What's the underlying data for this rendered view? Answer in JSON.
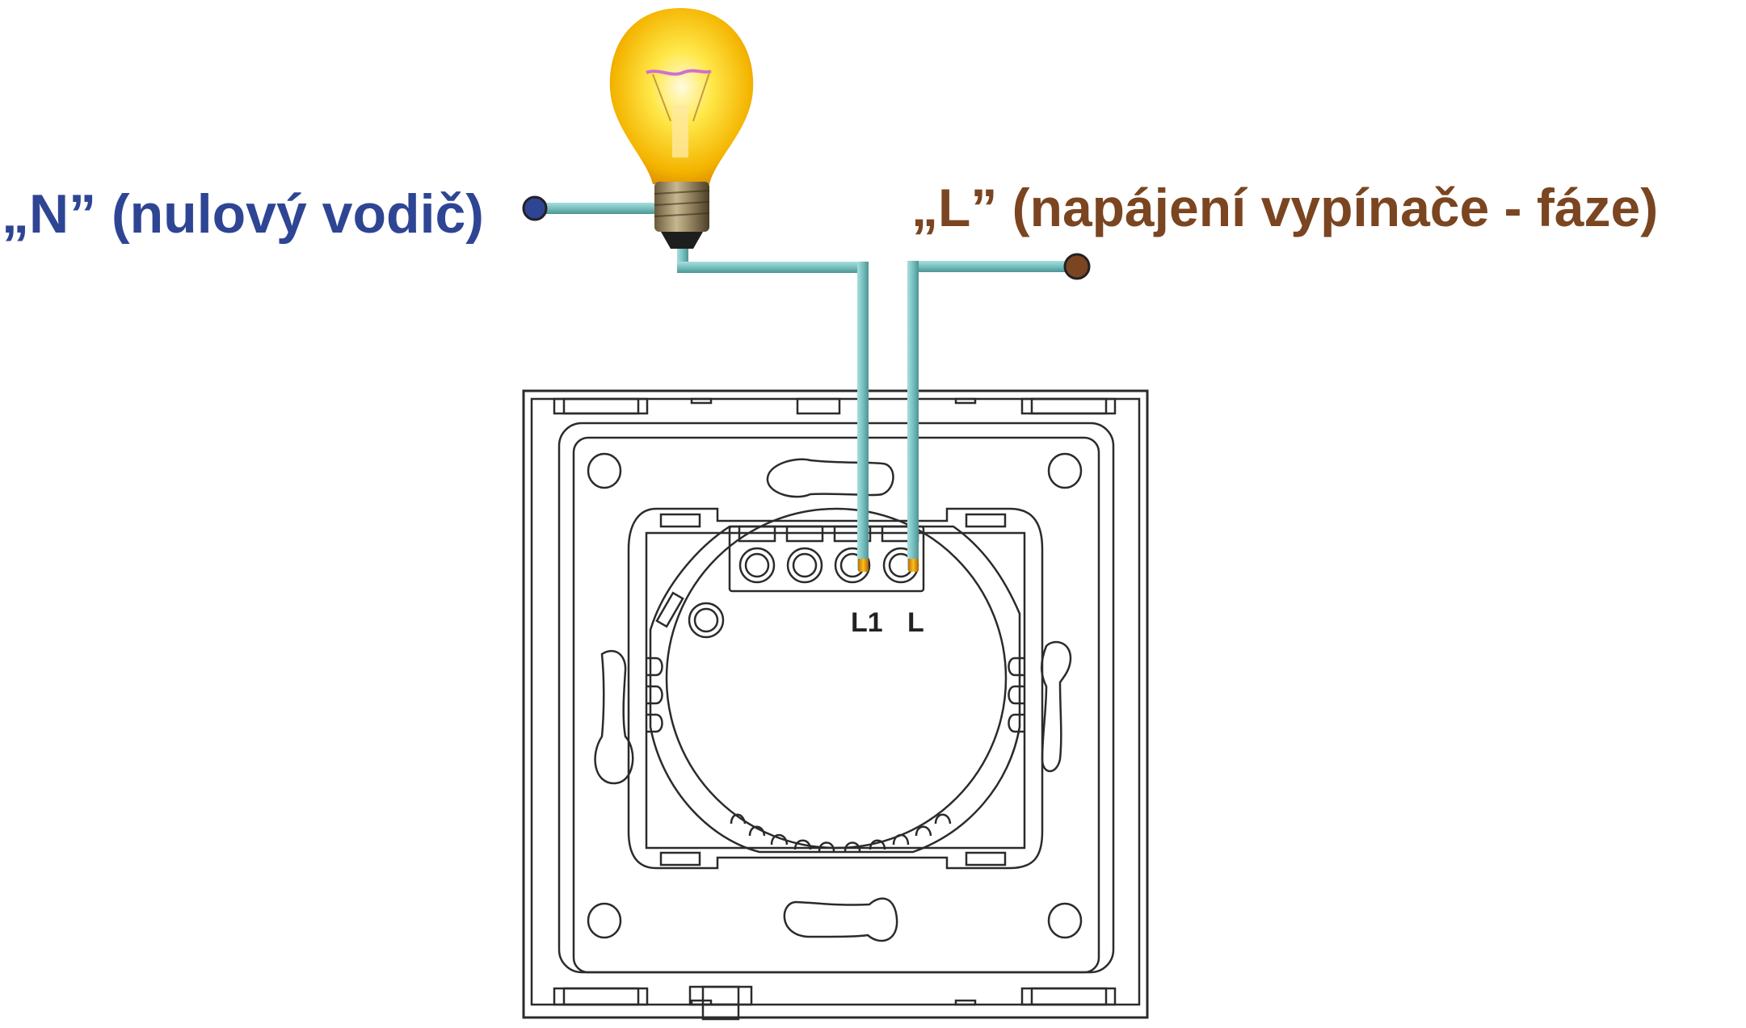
{
  "labels": {
    "neutral": "„N” (nulový vodič)",
    "line": "„L” (napájení vypínače - fáze)",
    "terminal_l1": "L1",
    "terminal_l": "L"
  },
  "colors": {
    "neutral_text": "#2e4594",
    "line_text": "#7a4520",
    "neutral_dot": "#2e4594",
    "line_dot": "#7a4520",
    "wire": "#7cc3c3",
    "wire_shadow": "#4e9494",
    "wire_tip": "#e0a010",
    "outline": "#2b2b2b"
  },
  "components": {
    "bulb": "incandescent-light-bulb",
    "switch": "wall-switch-back-plate",
    "terminals": [
      "",
      "",
      "L1",
      "L"
    ]
  }
}
